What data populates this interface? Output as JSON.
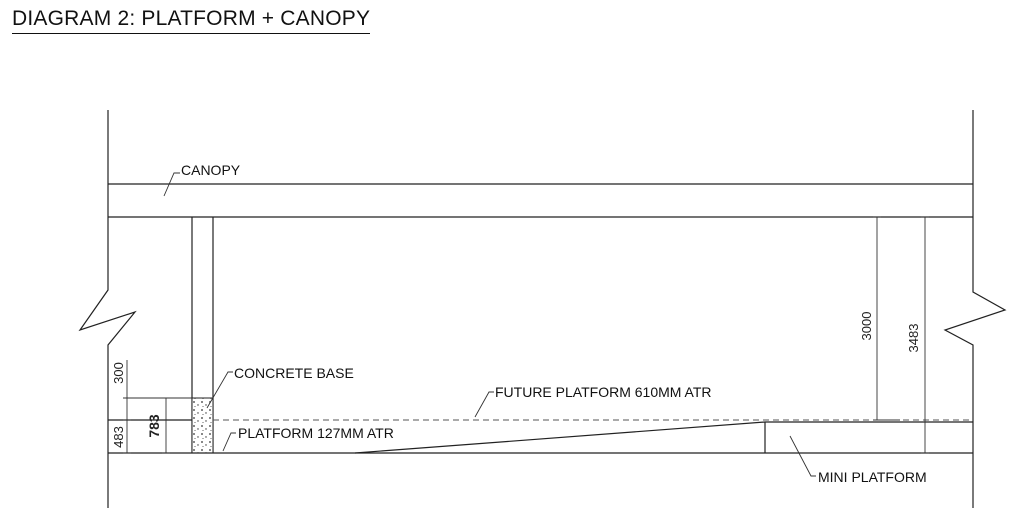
{
  "title": "DIAGRAM 2: PLATFORM + CANOPY",
  "labels": {
    "canopy": "CANOPY",
    "concrete_base": "CONCRETE BASE",
    "future_platform": "FUTURE PLATFORM 610MM ATR",
    "platform": "PLATFORM 127MM ATR",
    "mini_platform": "MINI PLATFORM"
  },
  "dimensions": {
    "d300": "300",
    "d483": "483",
    "d783": "783",
    "d3000": "3000",
    "d3483": "3483"
  }
}
